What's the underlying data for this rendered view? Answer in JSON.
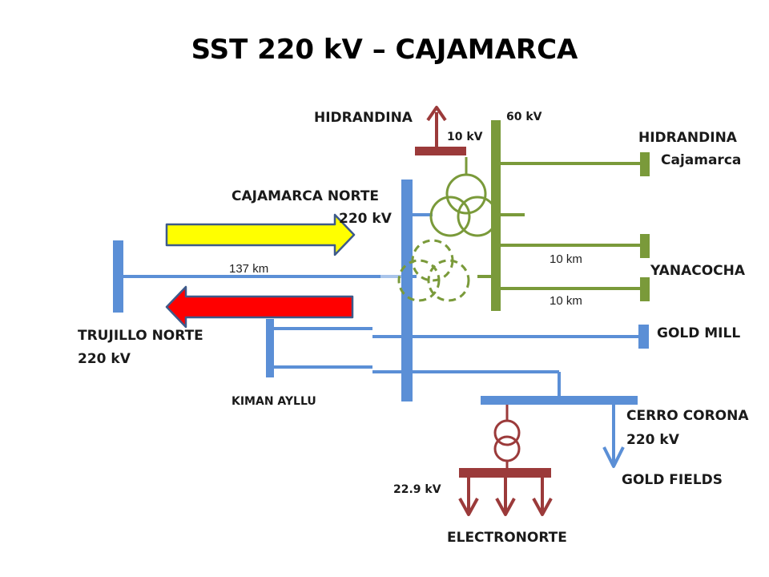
{
  "title": "SST 220 kV – CAJAMARCA",
  "colors": {
    "bus_220": "#5b8fd6",
    "bus_60": "#7a9a3a",
    "bus_low": "#9b3a3a",
    "arrow_in": "#ffff00",
    "arrow_out": "#ff0000",
    "arrow_border": "#3d5a8a"
  },
  "labels": {
    "hidrandina_top": "HIDRANDINA",
    "v60": "60 kV",
    "v10": "10 kV",
    "hidrandina_right": "HIDRANDINA",
    "cajamarca": "Cajamarca",
    "cajamarca_norte": "CAJAMARCA NORTE",
    "cajamarca_norte_kv": "220 kV",
    "km137": "137 km",
    "km10_a": "10 km",
    "km10_b": "10 km",
    "yanacocha": "YANACOCHA",
    "trujillo_norte": "TRUJILLO NORTE",
    "trujillo_kv": "220 kV",
    "gold_mill": "GOLD MILL",
    "kiman_ayllu": "KIMAN AYLLU",
    "cerro_corona": "CERRO CORONA",
    "cerro_corona_kv": "220 kV",
    "gold_fields": "GOLD FIELDS",
    "v22_9": "22.9 kV",
    "electronorte": "ELECTRONORTE"
  },
  "icons": [
    "transformer-symbol",
    "load-arrow-icon",
    "power-flow-arrow"
  ]
}
